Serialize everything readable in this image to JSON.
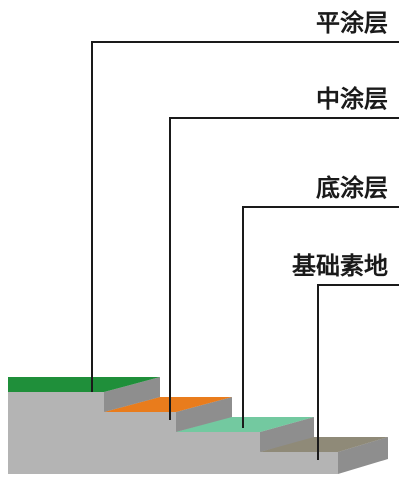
{
  "layers": [
    {
      "key": "top",
      "label": "平涂层",
      "color": "#1f8f3a"
    },
    {
      "key": "middle",
      "label": "中涂层",
      "color": "#e97c1c"
    },
    {
      "key": "base",
      "label": "底涂层",
      "color": "#73c9a0"
    },
    {
      "key": "substrate",
      "label": "基础素地",
      "color": "#8f8a78"
    }
  ],
  "colors": {
    "leader_line": "#1a1a1a",
    "concrete_top": "#d6d6d6",
    "concrete_front": "#b4b4b4",
    "concrete_side": "#8e8e8e"
  }
}
